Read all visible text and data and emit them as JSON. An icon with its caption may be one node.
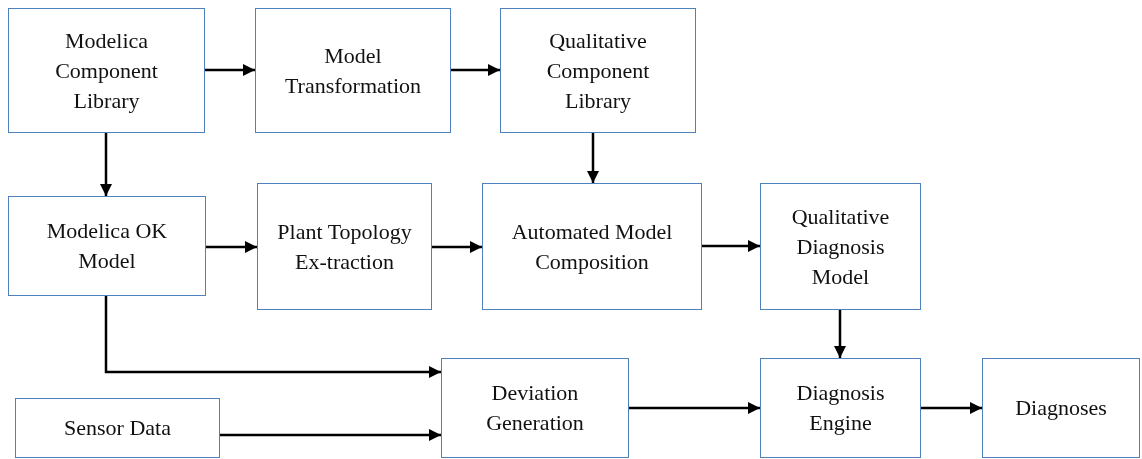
{
  "diagram": {
    "nodes": [
      {
        "text": [
          "Modelica Component Library"
        ]
      },
      {
        "text": [
          "Model Transformation"
        ]
      },
      {
        "text": [
          "Qualitative Component Library"
        ]
      },
      {
        "text": [
          "Modelica OK Model"
        ]
      },
      {
        "text": [
          "Plant Topology Ex-traction"
        ]
      },
      {
        "text": [
          "Automated Model Composition"
        ]
      },
      {
        "text": [
          "Qualitative Diagnosis Model"
        ]
      },
      {
        "text": [
          "Sensor Data"
        ]
      },
      {
        "text": [
          "Deviation Generation"
        ]
      },
      {
        "text": [
          "Diagnosis Engine"
        ]
      },
      {
        "text": [
          "Diagnoses"
        ]
      }
    ],
    "edges": [
      {
        "from": 0,
        "to": 1,
        "arrow": "to"
      },
      {
        "from": 1,
        "to": 2,
        "arrow": "to"
      },
      {
        "from": 0,
        "to": 3,
        "arrow": "to"
      },
      {
        "from": 2,
        "to": 5,
        "arrow": "to"
      },
      {
        "from": 3,
        "to": 4,
        "arrow": "to"
      },
      {
        "from": 4,
        "to": 5,
        "arrow": "to"
      },
      {
        "from": 5,
        "to": 6,
        "arrow": "to"
      },
      {
        "from": 6,
        "to": 9,
        "arrow": "to"
      },
      {
        "from": 3,
        "to": 8,
        "arrow": "to"
      },
      {
        "from": 7,
        "to": 8,
        "arrow": "to"
      },
      {
        "from": 8,
        "to": 9,
        "arrow": "to"
      },
      {
        "from": 9,
        "to": 10,
        "arrow": "to"
      }
    ]
  }
}
